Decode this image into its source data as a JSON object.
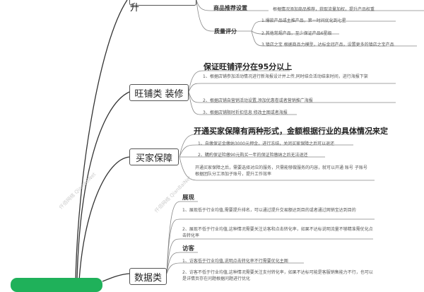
{
  "mindmap": {
    "root": {
      "label": "",
      "color": "#1fb15a"
    },
    "branches": [
      {
        "label": "产品类 销量提升",
        "children": [
          {
            "label": "商品推荐设置",
            "items": [
              "根据情况添加商品推荐，获取流量加权，提升产品权重"
            ]
          },
          {
            "label": "质量评分",
            "items": [
              "1.爆款产品或主推产品，第一时间优化到七星",
              "2.其他常规产品，至少保证产品6星级",
              "3.镇店之宝 根据商品力模型，达标金冠产品，设置更多的镇店之宝产品"
            ]
          }
        ]
      },
      {
        "label": "旺铺类 装修",
        "heading": "保证旺铺评分在95分以上",
        "items": [
          "1、根据店铺参加活动情况进行新海报设计并上传,同时结合活动结束时间，进行海报下架",
          "2、根据店铺自营销活动设置,添加优惠卷或者营销推广海报",
          "3、根据店铺限时折扣信息 修改主图或者海报"
        ]
      },
      {
        "label": "买家保障",
        "heading": "开通买家保障有两种形式，金额根据行业的具体情况来定",
        "items": [
          "1、自缴保证金缴纳3000元押金，进行冻结，关闭买家保障之后可以退还",
          "2、購約保证险缴90元购买一年的保证险缴纳之后无法退还",
          "开通买家保障之后，需要选择对应的服务，只需能够做服务的内容，就可以开通 账号 子账号 根据团队分工添加子账号，提升工作效率"
        ]
      },
      {
        "label": "数据类",
        "groups": [
          {
            "label": "展现",
            "items": [
              "1、展现低于行业均值,需要提升排名，可以通过提升交易额达到目的或者通过网销宝达到目的",
              "2、展现不低于行业均值,这种情况需要关注访客和点击转化率，如果不达标说明流量不够精准需优化点击转化率"
            ]
          },
          {
            "label": "访客",
            "items": [
              "1、访客低于行业均值,说明点击转化率不行需要优化主图",
              "2、访客不低于行业均值,这种情况需要关注支付转化率，如果不达标可能是客服销售能力不行，也可以是详情页存在问题根据问题进行优化"
            ]
          }
        ]
      }
    ],
    "watermark": "仟佰网络 QianBaiNet"
  }
}
